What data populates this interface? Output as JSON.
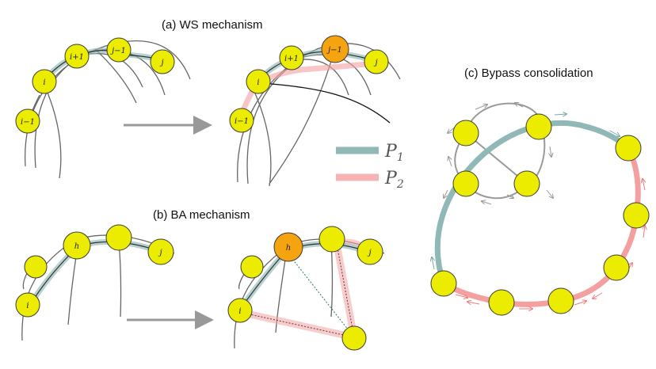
{
  "titles": {
    "ws": "(a) WS mechanism",
    "ba": "(b) BA mechanism",
    "bypass": "(c) Bypass consolidation"
  },
  "legend": {
    "p1_letter": "P",
    "p1_sub": "1",
    "p2_letter": "P",
    "p2_sub": "2"
  },
  "labels": {
    "i_minus_1": "i−1",
    "i": "i",
    "i_plus_1": "i+1",
    "j_minus_1": "j−1",
    "j": "j",
    "h": "h"
  },
  "colors": {
    "node_fill": "#ecec00",
    "node_highlight": "#f5a30f",
    "node_stroke": "#3a3a3a",
    "p1": "#8fb8b6",
    "p2": "#f4a0a0",
    "arrow": "#999999"
  }
}
